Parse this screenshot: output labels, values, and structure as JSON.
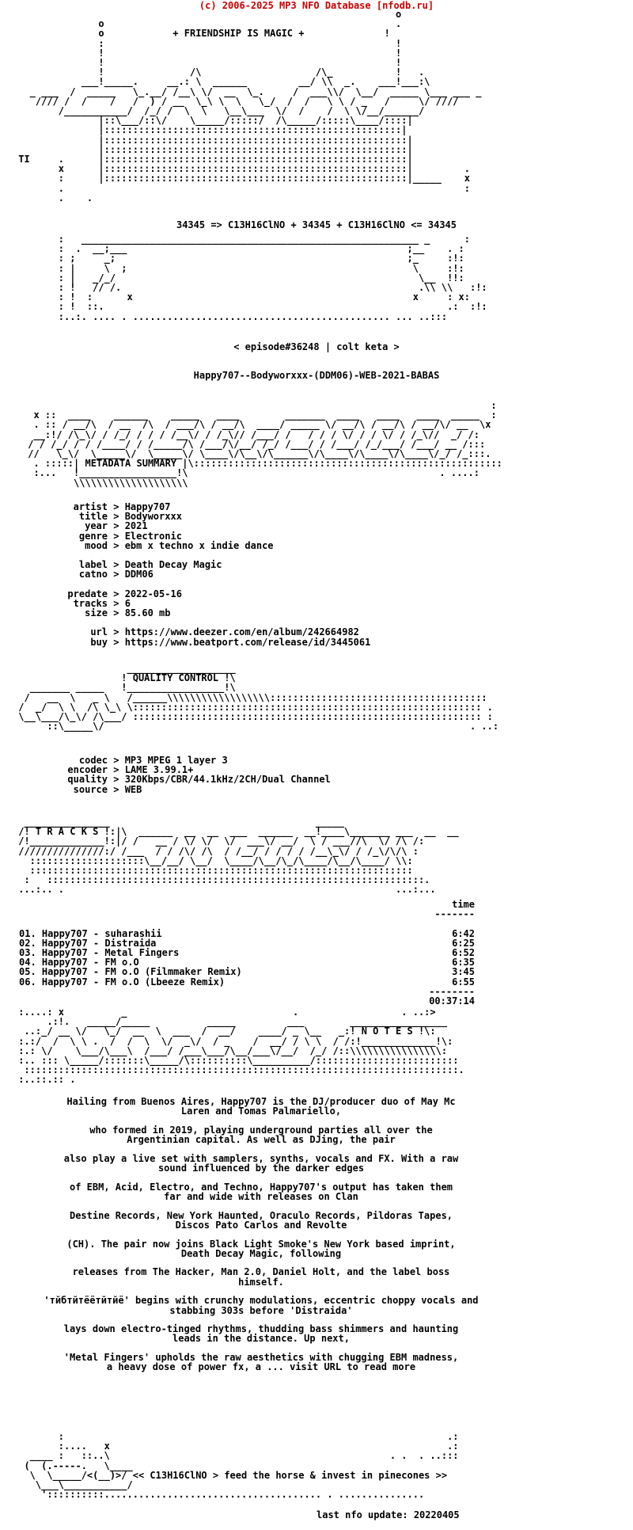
{
  "header": "(c) 2006-2025 MP3 NFO Database [nfodb.ru]",
  "banner_title": "+ FRIENDSHIP IS MAGIC +",
  "formula": "34345 => C13H16ClNO + 34345 + C13H16ClNO <= 34345",
  "episode": "< episode#36248 | colt keta >",
  "release_name": "Happy707--Bodyworxxx-(DDM06)-WEB-2021-BABAS",
  "sections": {
    "metadata": "METADATA SUMMARY",
    "quality": "QUALITY CONTROL",
    "tracks": "T R A C K S",
    "notes": "N O T E S"
  },
  "metadata": [
    {
      "k": "artist",
      "v": "Happy707"
    },
    {
      "k": "title",
      "v": "Bodyworxxx"
    },
    {
      "k": "year",
      "v": "2021"
    },
    {
      "k": "genre",
      "v": "Electronic"
    },
    {
      "k": "mood",
      "v": "ebm x techno x indie dance"
    },
    {
      "k": "label",
      "v": "Death Decay Magic"
    },
    {
      "k": "catno",
      "v": "DDM06"
    },
    {
      "k": "predate",
      "v": "2022-05-16"
    },
    {
      "k": "tracks",
      "v": "6"
    },
    {
      "k": "size",
      "v": "85.60 mb"
    },
    {
      "k": "url",
      "v": "https://www.deezer.com/en/album/242664982"
    },
    {
      "k": "buy",
      "v": "https://www.beatport.com/release/id/3445061"
    }
  ],
  "quality": [
    {
      "k": "codec",
      "v": "MP3 MPEG 1 layer 3"
    },
    {
      "k": "encoder",
      "v": "LAME 3.99.1+"
    },
    {
      "k": "quality",
      "v": "320Kbps/CBR/44.1kHz/2CH/Dual Channel"
    },
    {
      "k": "source",
      "v": "WEB"
    }
  ],
  "tracklist": {
    "time_header": "time",
    "items": [
      {
        "n": "01.",
        "title": "Happy707 - suharashii",
        "time": "6:42"
      },
      {
        "n": "02.",
        "title": "Happy707 - Distraida",
        "time": "6:25"
      },
      {
        "n": "03.",
        "title": "Happy707 - Metal Fingers",
        "time": "6:52"
      },
      {
        "n": "04.",
        "title": "Happy707 - FM o.O",
        "time": "6:35"
      },
      {
        "n": "05.",
        "title": "Happy707 - FM o.O (Filmmaker Remix)",
        "time": "3:45"
      },
      {
        "n": "06.",
        "title": "Happy707 - FM o.O (Lbeeze Remix)",
        "time": "6:55"
      }
    ],
    "total": "00:37:14"
  },
  "notes": [
    "Hailing from Buenos Aires, Happy707 is the DJ/producer duo of May Mc\nLaren and Tomas Palmariello,",
    "who formed in 2019, playing underground parties all over the\nArgentinian capital. As well as DJing, the pair",
    "also play a live set with samplers, synths, vocals and FX. With a raw\nsound influenced by the darker edges",
    "of EBM, Acid, Electro, and Techno, Happy707's output has taken them\nfar and wide with releases on Clan",
    "Destine Records, New York Haunted, Oraculo Records, Pildoras Tapes,\nDiscos Pato Carlos and Revolte",
    "(CH). The pair now joins Black Light Smoke's New York based imprint,\nDeath Decay Magic, following",
    "releases from The Hacker, Man 2.0, Daniel Holt, and the label boss\nhimself.",
    "'тйбтйтёётйтйё' begins with crunchy modulations, eccentric choppy vocals and\nstabbing 303s before 'Distraida'",
    "lays down electro-tinged rhythms, thudding bass shimmers and haunting\nleads in the distance. Up next,",
    "'Metal Fingers' upholds the raw aesthetics with chugging EBM madness,\na heavy dose of power fx, a ... visit URL to read more"
  ],
  "footer_tag": "<< C13H16ClNO > feed the horse & invest in pinecones >>",
  "last_update": "last nfo update: 20220405"
}
